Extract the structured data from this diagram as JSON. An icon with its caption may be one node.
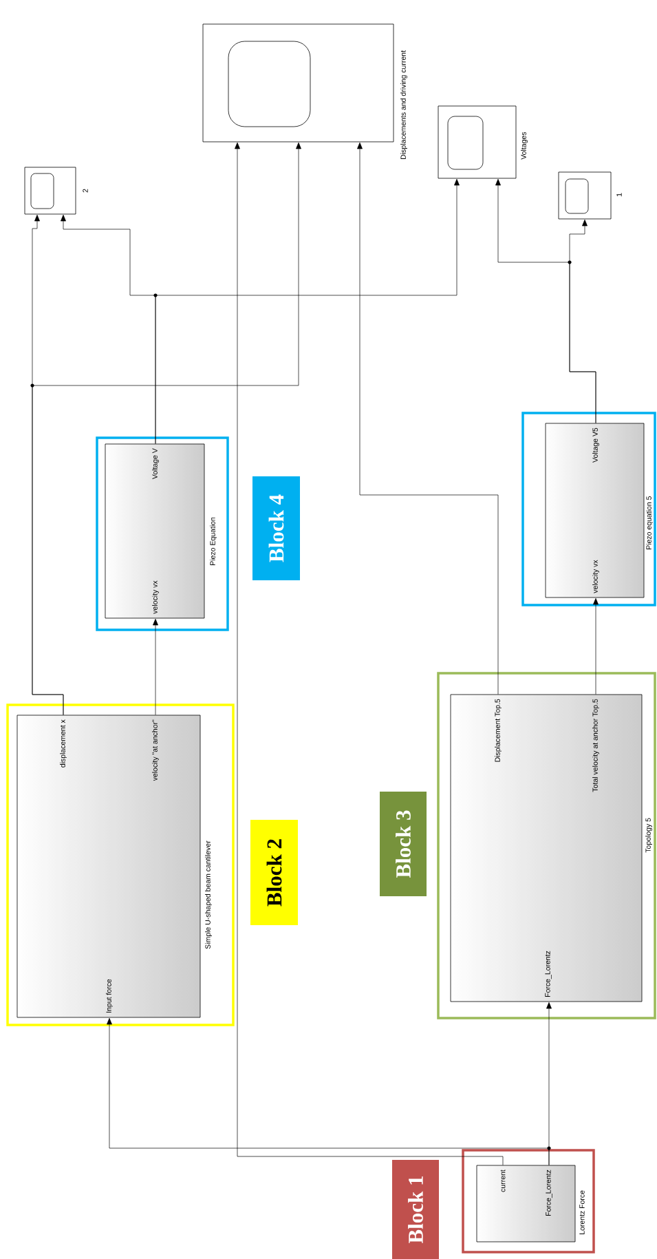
{
  "diagram": {
    "nodes": [
      {
        "text": [
          "2"
        ]
      },
      {
        "text": [
          "Displacements and driving current"
        ]
      },
      {
        "text": [
          "Voltages"
        ]
      },
      {
        "text": [
          "1"
        ]
      },
      {
        "text": [],
        "shape": "box"
      },
      {
        "text": [
          "Piezo Equation",
          "velocity vx",
          "Voltage V"
        ],
        "in": 4
      },
      {
        "text": [],
        "shape": "box"
      },
      {
        "text": [
          "Piezo equation 5",
          "velocity vx",
          "Voltage V5"
        ],
        "in": 6
      },
      {
        "text": [
          "Block 4"
        ]
      },
      {
        "text": [],
        "shape": "box"
      },
      {
        "text": [
          "Simple U-shaped beam cantilever",
          "displacement x",
          "velocity \"at anchor\"",
          "Input force"
        ],
        "in": 9
      },
      {
        "text": [
          "Block 2"
        ]
      },
      {
        "text": [],
        "shape": "box"
      },
      {
        "text": [
          "Topology 5",
          "Displacement Top.5",
          "Total velocity at anchor Top.5",
          "Force_Lorentz"
        ],
        "in": 12
      },
      {
        "text": [
          "Block 3"
        ]
      },
      {
        "text": [],
        "shape": "box"
      },
      {
        "text": [
          "Lorentz Force",
          "current",
          "Force_Lorentz"
        ],
        "in": 15
      },
      {
        "text": [
          "Block 1"
        ]
      }
    ],
    "edges": [
      {
        "from": 16,
        "to": 13,
        "arrow": "to"
      },
      {
        "from": 16,
        "to": 10,
        "arrow": "to"
      },
      {
        "from": 16,
        "to": 1,
        "arrow": "to"
      },
      {
        "from": 10,
        "to": 0,
        "arrow": "to"
      },
      {
        "from": 10,
        "to": 1,
        "arrow": "to"
      },
      {
        "from": 10,
        "to": 5,
        "arrow": "to"
      },
      {
        "from": 5,
        "to": 0,
        "arrow": "to"
      },
      {
        "from": 5,
        "to": 2,
        "arrow": "to"
      },
      {
        "from": 13,
        "to": 1,
        "arrow": "to"
      },
      {
        "from": 13,
        "to": 7,
        "arrow": "to"
      },
      {
        "from": 7,
        "to": 3,
        "arrow": "to"
      },
      {
        "from": 7,
        "to": 2,
        "arrow": "to"
      }
    ]
  }
}
